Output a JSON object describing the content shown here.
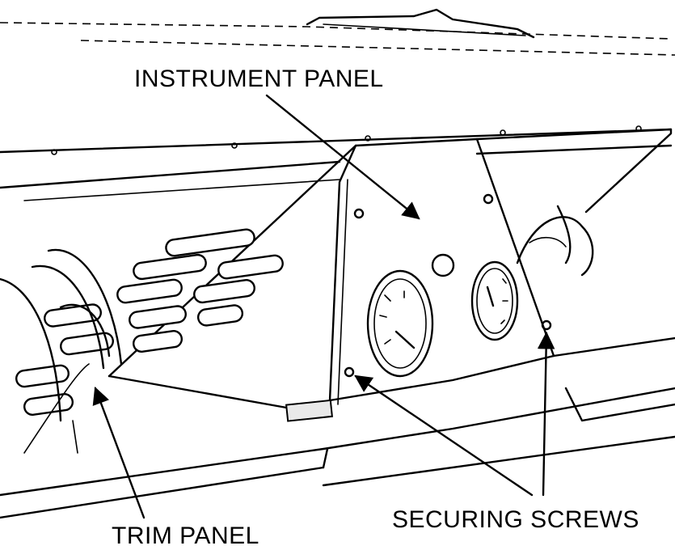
{
  "labels": {
    "instrument_panel": "INSTRUMENT PANEL",
    "securing_screws": "SECURING SCREWS",
    "trim_panel": "TRIM PANEL"
  }
}
